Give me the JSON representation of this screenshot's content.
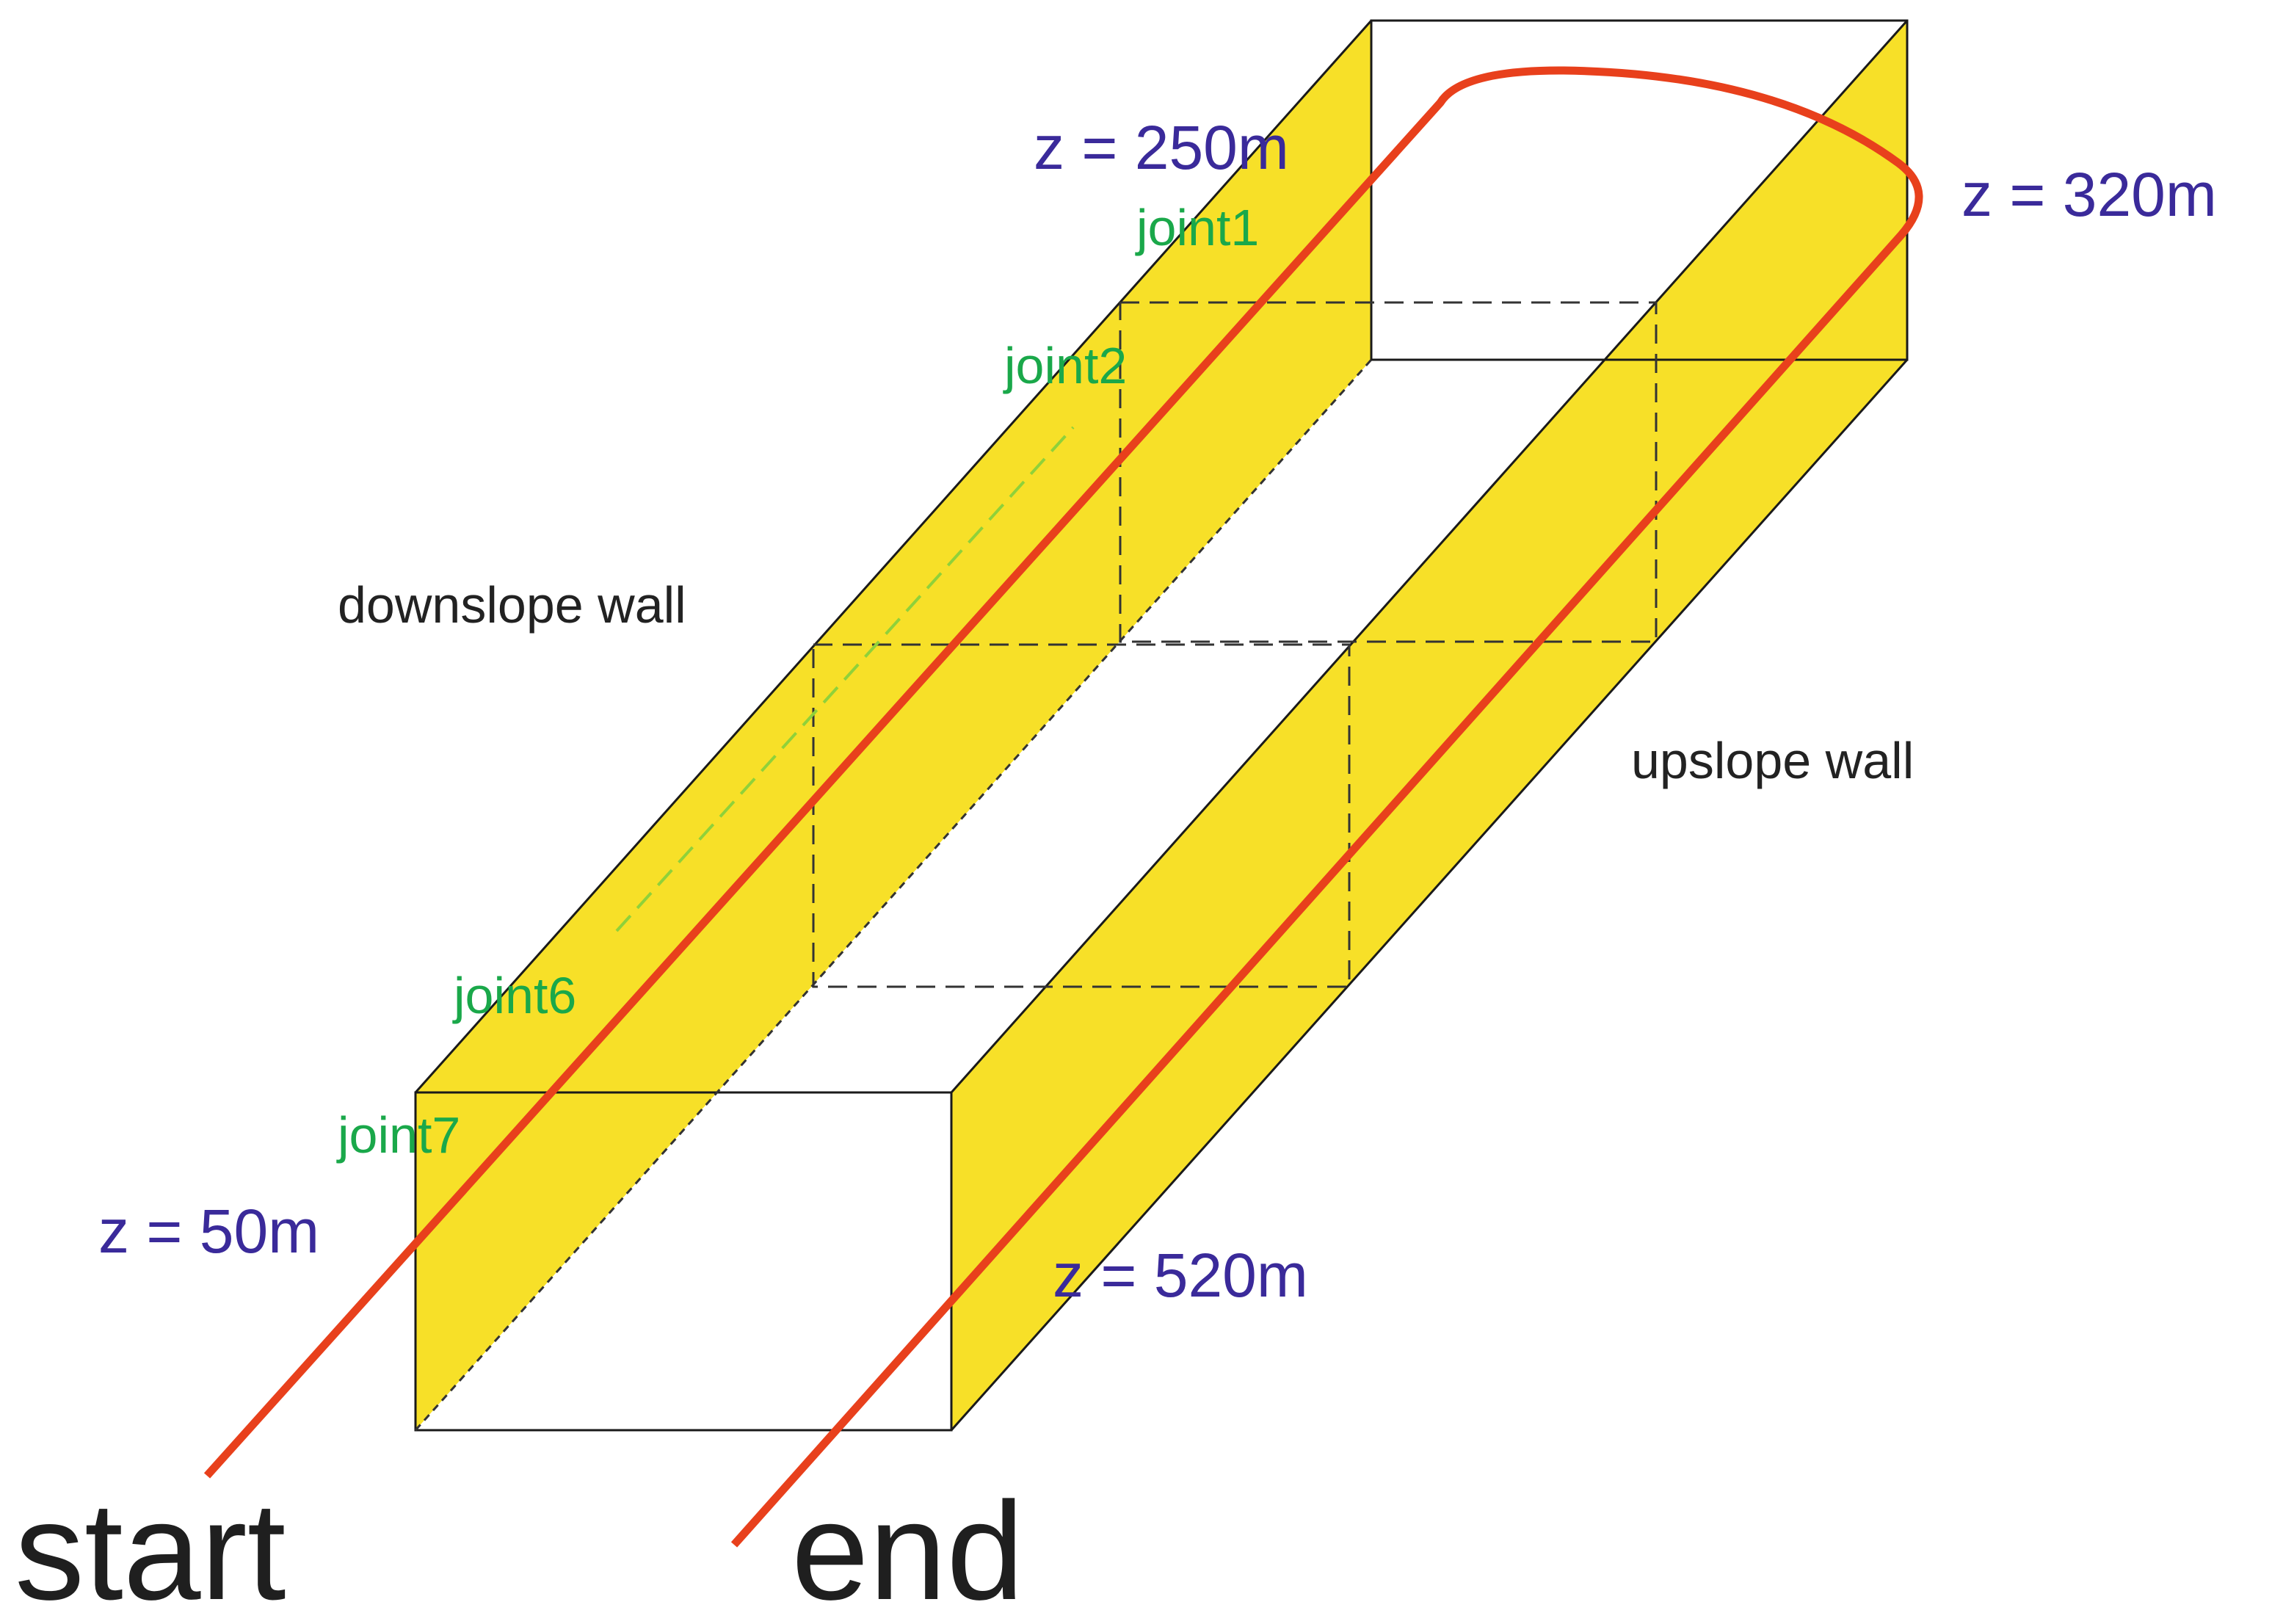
{
  "labels": {
    "z_250": "z = 250m",
    "z_320": "z = 320m",
    "z_50": "z = 50m",
    "z_520": "z = 520m",
    "joint1": "joint1",
    "joint2": "joint2",
    "joint6": "joint6",
    "joint7": "joint7",
    "downslope_wall": "downslope wall",
    "upslope_wall": "upslope wall",
    "start": "start",
    "end": "end"
  },
  "colors": {
    "wall_fill": "#f7e028",
    "path": "#e8401c",
    "joint_line": "#8fd13a",
    "depth_text": "#3a2a9a",
    "joint_text": "#1aa84a"
  }
}
